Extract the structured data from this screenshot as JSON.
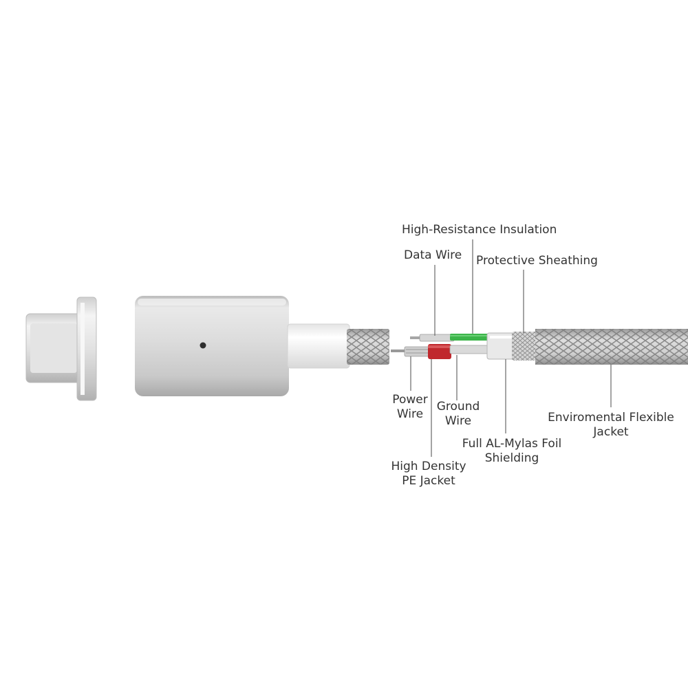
{
  "labels": {
    "high_resistance_insulation": "High-Resistance Insulation",
    "data_wire": "Data Wire",
    "protective_sheathing": "Protective Sheathing",
    "power_wire": [
      "Power",
      "Wire"
    ],
    "ground_wire": [
      "Ground",
      "Wire"
    ],
    "environmental_jacket": [
      "Enviromental Flexible",
      "Jacket"
    ],
    "foil_shielding": [
      "Full AL-Mylas Foil",
      "Shielding"
    ],
    "pe_jacket": [
      "High Density",
      "PE Jacket"
    ]
  },
  "colors": {
    "data_wire": "#3cb54a",
    "pe_jacket": "#c0282d",
    "leader_line": "#666666",
    "metal": "#d9d9d9"
  }
}
